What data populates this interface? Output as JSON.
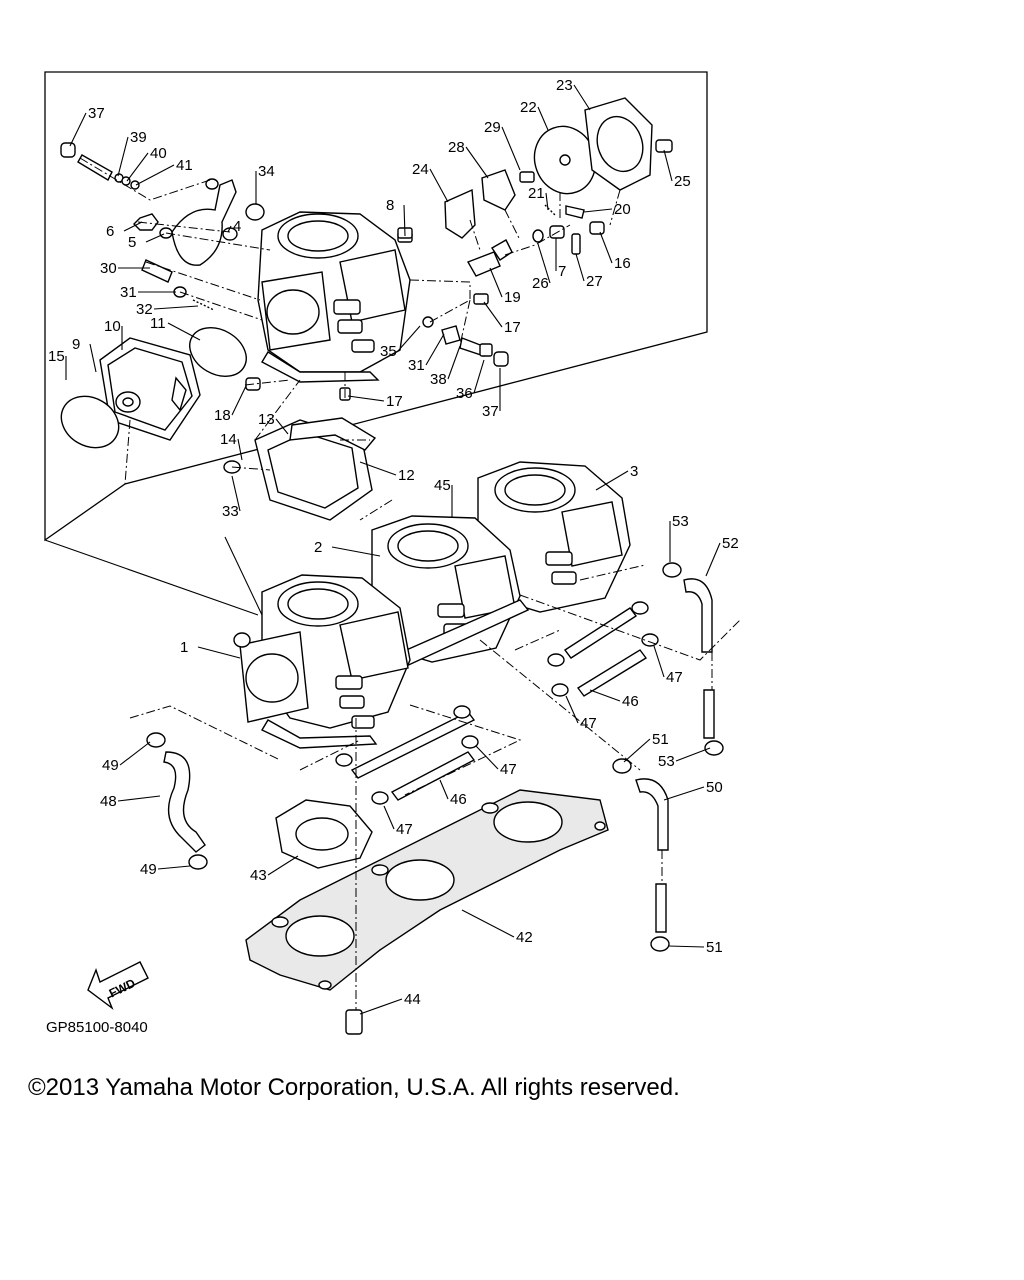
{
  "diagram": {
    "code": "GP85100-8040",
    "fwd_label": "FWD",
    "callouts": [
      "37",
      "39",
      "40",
      "41",
      "34",
      "6",
      "5",
      "4",
      "30",
      "31",
      "32",
      "10",
      "11",
      "9",
      "15",
      "18",
      "13",
      "14",
      "12",
      "33",
      "24",
      "28",
      "29",
      "22",
      "23",
      "25",
      "21",
      "20",
      "8",
      "16",
      "26",
      "7",
      "27",
      "19",
      "17",
      "35",
      "31",
      "38",
      "36",
      "37",
      "17",
      "3",
      "45",
      "2",
      "53",
      "52",
      "1",
      "47",
      "46",
      "47",
      "49",
      "51",
      "53",
      "50",
      "48",
      "47",
      "46",
      "47",
      "49",
      "43",
      "42",
      "51",
      "44"
    ]
  },
  "copyright": "©2013 Yamaha Motor Corporation, U.S.A. All rights reserved."
}
